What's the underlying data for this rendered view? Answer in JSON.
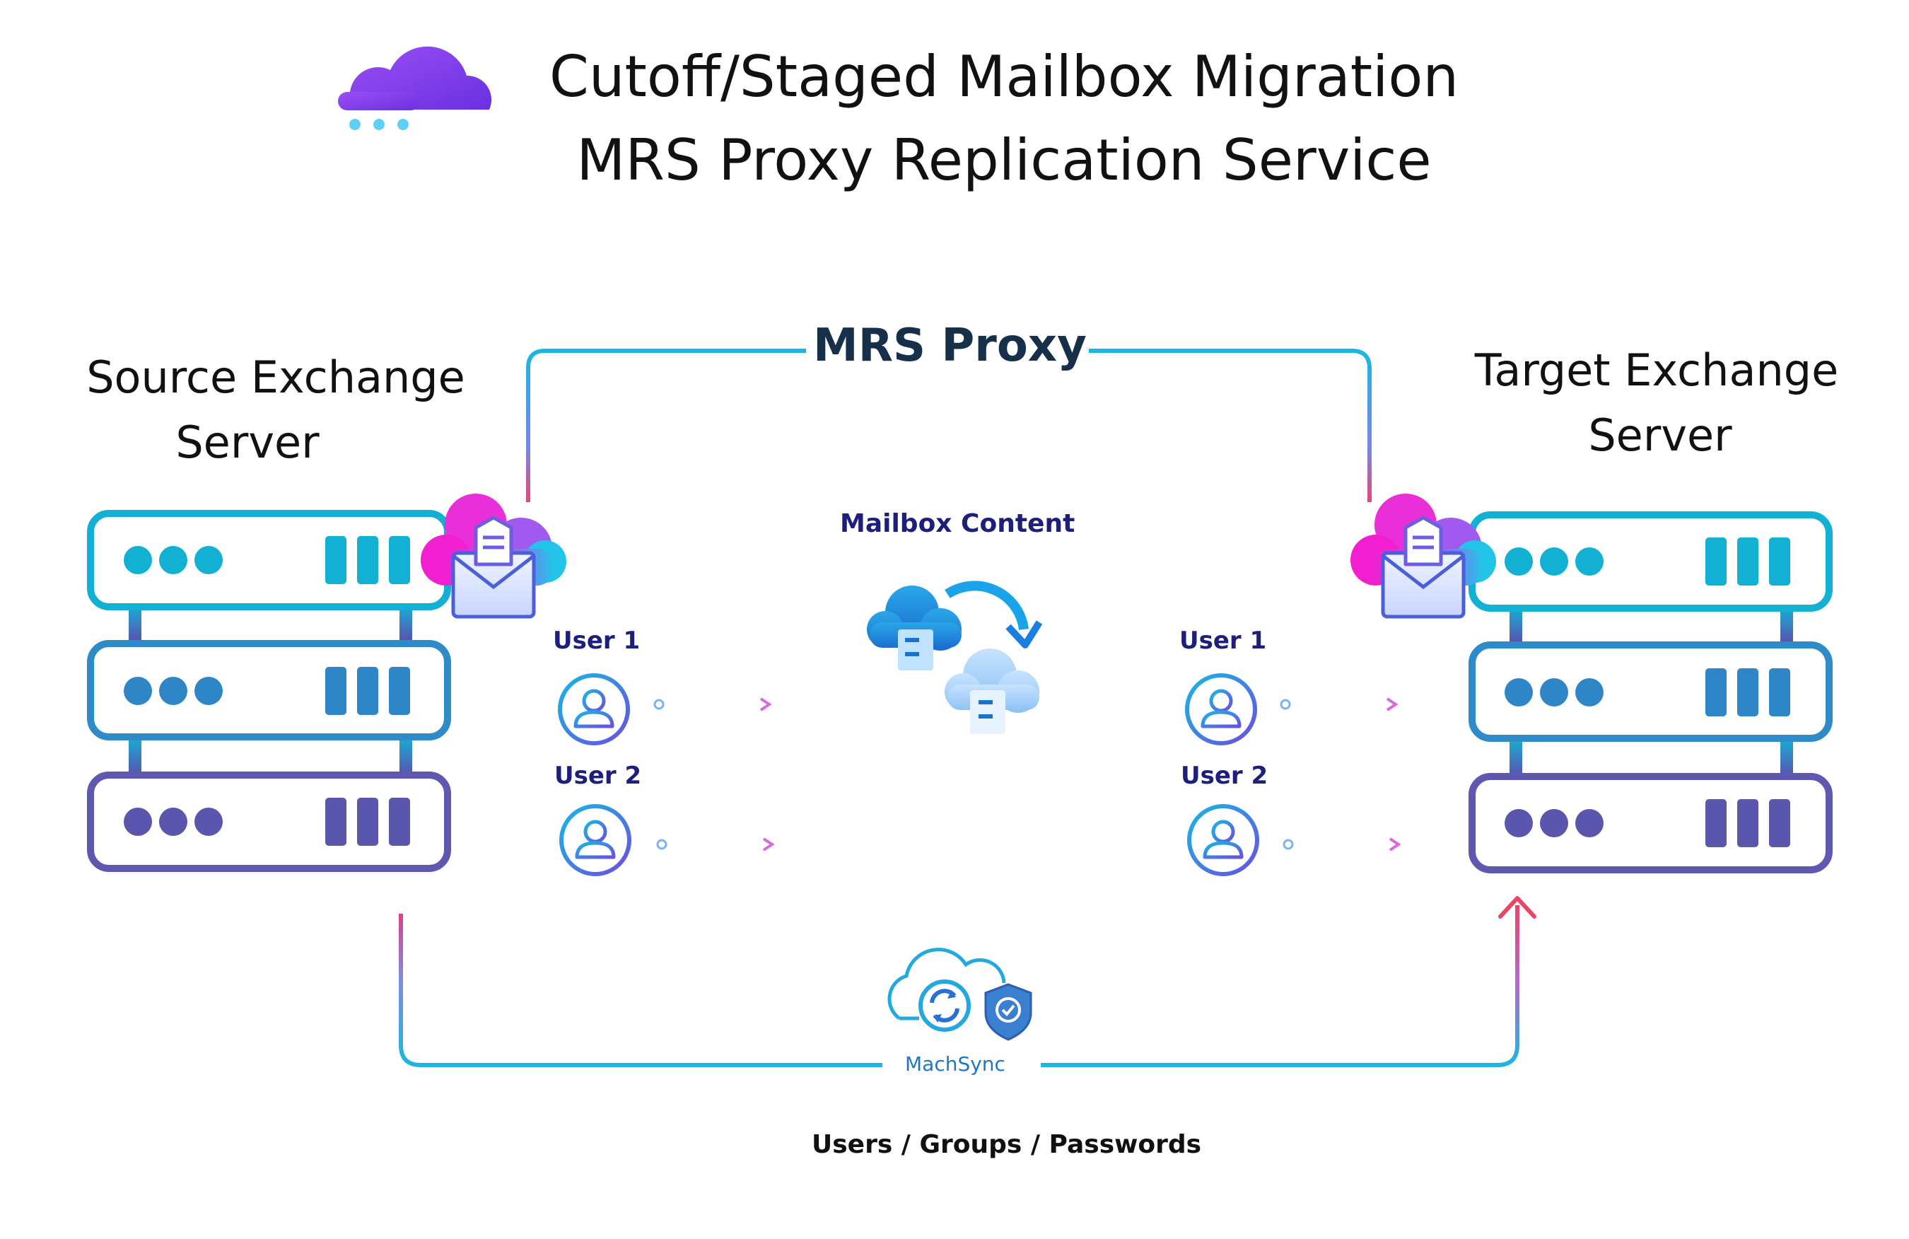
{
  "title": {
    "line1": "Cutoff/Staged Mailbox Migration",
    "line2": "MRS Proxy Replication Service"
  },
  "source": {
    "label_line1": "Source Exchange",
    "label_line2": "Server"
  },
  "target": {
    "label_line1": "Target Exchange",
    "label_line2": "Server"
  },
  "proxy": {
    "label": "MRS Proxy"
  },
  "mailbox": {
    "label": "Mailbox Content"
  },
  "users_left": [
    {
      "label": "User 1"
    },
    {
      "label": "User 2"
    }
  ],
  "users_right": [
    {
      "label": "User 1"
    },
    {
      "label": "User 2"
    }
  ],
  "sync": {
    "tool_label": "MachSync",
    "caption": "Users / Groups / Passwords"
  },
  "colors": {
    "teal": "#11b5d3",
    "blue": "#3a7fc4",
    "purple": "#6a4fa8",
    "magenta": "#e83fd6",
    "pink_red": "#e8456a",
    "navy": "#1d1f7a",
    "cloud_purple": "#7b3ff0",
    "cloud_dots": "#5fd0f5"
  },
  "icons": {
    "brand": "cloud-rain-icon",
    "server": "server-rack-icon",
    "mail_cloud": "cloud-mail-icon",
    "user": "user-circle-icon",
    "mailbox_transfer": "cloud-transfer-icon",
    "sync": "cloud-sync-shield-icon"
  }
}
